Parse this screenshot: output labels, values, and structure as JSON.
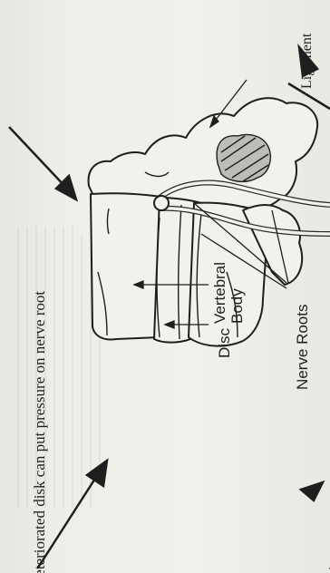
{
  "caption": "Deteriorated disk can put pressure on nerve root",
  "labels": {
    "ligament": "Ligament",
    "vertebral_body": "Vertebral\nBody",
    "disc": "Disc",
    "nerve_roots": "Nerve Roots"
  },
  "colors": {
    "ink": "#1e1e1e",
    "paper": "#efeee9",
    "shade": "#8a8a86"
  }
}
